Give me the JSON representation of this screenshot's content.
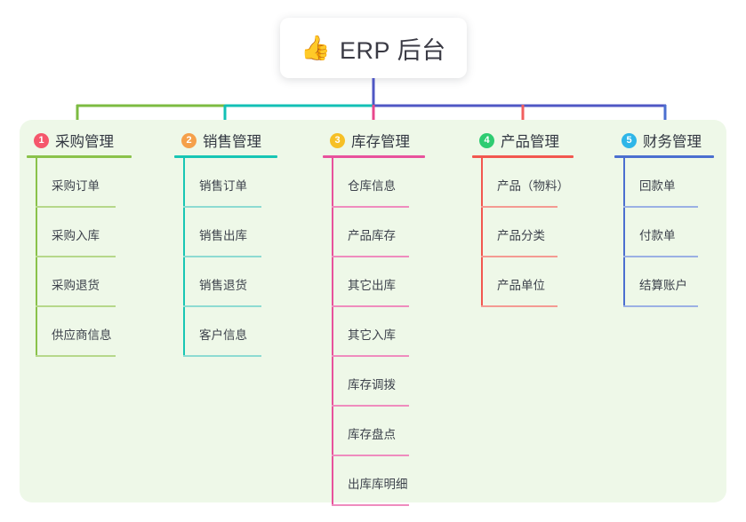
{
  "root": {
    "emoji": "👍",
    "emoji_name": "thumbs-up-icon",
    "title": "ERP 后台"
  },
  "palette": {
    "panel_bg": "#eef8e8",
    "page_bg": "#ffffff",
    "text": "#3d424c",
    "bus_green": "#7cbb42",
    "bus_teal": "#12c0b5",
    "bus_blue": "#4f57c4",
    "drop_pink": "#e8478c",
    "drop_red": "#f25f5f",
    "drop_blue": "#4b6fd0"
  },
  "chart_data": {
    "type": "diagram",
    "layout": "mind-map / tree",
    "title": "ERP 后台",
    "branch_count": 5,
    "branches": [
      {
        "index": "1",
        "label": "采购管理",
        "badge_color": "#f5576c",
        "line_color": "#8ac24a",
        "sub_line_color": "#b6d88a",
        "children": [
          "采购订单",
          "采购入库",
          "采购退货",
          "供应商信息"
        ]
      },
      {
        "index": "2",
        "label": "销售管理",
        "badge_color": "#f5a04a",
        "line_color": "#18c6b4",
        "sub_line_color": "#8ddbd2",
        "children": [
          "销售订单",
          "销售出库",
          "销售退货",
          "客户信息"
        ]
      },
      {
        "index": "3",
        "label": "库存管理",
        "badge_color": "#f6c026",
        "line_color": "#e8529c",
        "sub_line_color": "#ef8cbe",
        "children": [
          "仓库信息",
          "产品库存",
          "其它出库",
          "其它入库",
          "库存调拨",
          "库存盘点",
          "出库库明细"
        ]
      },
      {
        "index": "4",
        "label": "产品管理",
        "badge_color": "#2ecc71",
        "line_color": "#f2574f",
        "sub_line_color": "#f49a92",
        "children": [
          "产品（物料）",
          "产品分类",
          "产品单位"
        ]
      },
      {
        "index": "5",
        "label": "财务管理",
        "badge_color": "#2eb6e8",
        "line_color": "#4b6fd0",
        "sub_line_color": "#9bb0e4",
        "children": [
          "回款单",
          "付款单",
          "结算账户"
        ]
      }
    ]
  }
}
